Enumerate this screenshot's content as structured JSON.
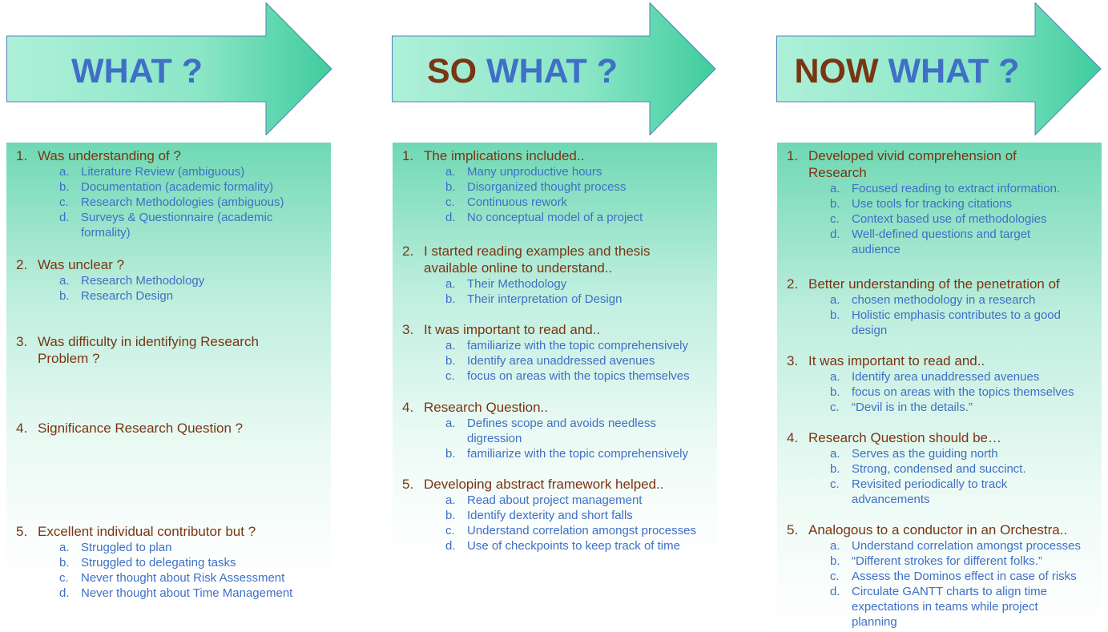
{
  "colors": {
    "heading_brown": "#7a3512",
    "heading_blue": "#3f6fc6",
    "text_blue": "#3f6fc6",
    "arrow_green": "#3fcc9c"
  },
  "columns": [
    {
      "title_brown": "",
      "title_blue": "WHAT ?",
      "items": [
        {
          "num": "1.",
          "text": "Was understanding of ?",
          "subs": [
            {
              "letter": "a.",
              "text": "Literature Review (ambiguous)"
            },
            {
              "letter": "b.",
              "text": "Documentation (academic formality)"
            },
            {
              "letter": "c.",
              "text": "Research Methodologies (ambiguous)"
            },
            {
              "letter": "d.",
              "text": "Surveys & Questionnaire (academic formality)"
            }
          ]
        },
        {
          "num": "2.",
          "text": "Was unclear ?",
          "subs": [
            {
              "letter": "a.",
              "text": "Research Methodology"
            },
            {
              "letter": "b.",
              "text": "Research Design"
            }
          ]
        },
        {
          "num": "3.",
          "text": "Was difficulty in identifying Research Problem ?",
          "subs": []
        },
        {
          "num": "4.",
          "text": "Significance Research Question ?",
          "subs": []
        },
        {
          "num": "5.",
          "text": "Excellent individual contributor but ?",
          "subs": [
            {
              "letter": "a.",
              "text": "Struggled to plan"
            },
            {
              "letter": "b.",
              "text": "Struggled to delegating tasks"
            },
            {
              "letter": "c.",
              "text": "Never thought about Risk Assessment"
            },
            {
              "letter": "d.",
              "text": "Never thought about Time Management"
            }
          ]
        }
      ]
    },
    {
      "title_brown": "SO",
      "title_blue": "WHAT ?",
      "items": [
        {
          "num": "1.",
          "text": "The implications included..",
          "subs": [
            {
              "letter": "a.",
              "text": "Many unproductive hours"
            },
            {
              "letter": "b.",
              "text": "Disorganized thought process"
            },
            {
              "letter": "c.",
              "text": "Continuous rework"
            },
            {
              "letter": "d.",
              "text": "No conceptual model of a project"
            }
          ]
        },
        {
          "num": "2.",
          "text": "I started reading examples and thesis available online to understand..",
          "subs": [
            {
              "letter": "a.",
              "text": "Their Methodology"
            },
            {
              "letter": "b.",
              "text": "Their interpretation of Design"
            }
          ]
        },
        {
          "num": "3.",
          "text": "It was important to read and..",
          "subs": [
            {
              "letter": "a.",
              "text": "familiarize with the topic comprehensively"
            },
            {
              "letter": "b.",
              "text": "Identify area unaddressed avenues"
            },
            {
              "letter": "c.",
              "text": "focus on areas with the topics themselves"
            }
          ]
        },
        {
          "num": "4.",
          "text": "Research Question..",
          "subs": [
            {
              "letter": "a.",
              "text": "Defines scope and avoids needless digression"
            },
            {
              "letter": "b.",
              "text": "familiarize with the topic comprehensively"
            }
          ]
        },
        {
          "num": "5.",
          "text": "Developing abstract framework helped..",
          "subs": [
            {
              "letter": "a.",
              "text": "Read about project management"
            },
            {
              "letter": "b.",
              "text": "Identify dexterity and short falls"
            },
            {
              "letter": "c.",
              "text": "Understand correlation amongst processes"
            },
            {
              "letter": "d.",
              "text": "Use of checkpoints to keep track of time"
            }
          ]
        }
      ]
    },
    {
      "title_brown": "NOW",
      "title_blue": "WHAT ?",
      "items": [
        {
          "num": "1.",
          "text": "Developed vivid comprehension of Research",
          "subs": [
            {
              "letter": "a.",
              "text": "Focused reading to extract information."
            },
            {
              "letter": "b.",
              "text": "Use tools for tracking citations"
            },
            {
              "letter": "c.",
              "text": "Context based use of methodologies"
            },
            {
              "letter": "d.",
              "text": "Well-defined questions and target audience"
            }
          ]
        },
        {
          "num": "2.",
          "text": "Better understanding of the penetration of",
          "subs": [
            {
              "letter": "a.",
              "text": "chosen methodology in a research"
            },
            {
              "letter": "b.",
              "text": "Holistic emphasis contributes to a good design"
            }
          ]
        },
        {
          "num": "3.",
          "text": "It was important to read and..",
          "subs": [
            {
              "letter": "a.",
              "text": "Identify area unaddressed avenues"
            },
            {
              "letter": "b.",
              "text": "focus on areas with the topics themselves"
            },
            {
              "letter": "c.",
              "text": "“Devil is in the details.”"
            }
          ]
        },
        {
          "num": "4.",
          "text": "Research Question should be…",
          "subs": [
            {
              "letter": "a.",
              "text": "Serves as the guiding north"
            },
            {
              "letter": "b.",
              "text": "Strong, condensed and succinct."
            },
            {
              "letter": "c.",
              "text": "Revisited periodically to track advancements"
            }
          ]
        },
        {
          "num": "5.",
          "text": "Analogous to a conductor in an Orchestra..",
          "subs": [
            {
              "letter": "a.",
              "text": "Understand correlation amongst processes"
            },
            {
              "letter": "b.",
              "text": "“Different strokes for different folks.”"
            },
            {
              "letter": "c.",
              "text": "Assess the Dominos effect in case of risks"
            },
            {
              "letter": "d.",
              "text": "Circulate GANTT charts to align time expectations in teams while project planning"
            }
          ]
        }
      ]
    }
  ]
}
